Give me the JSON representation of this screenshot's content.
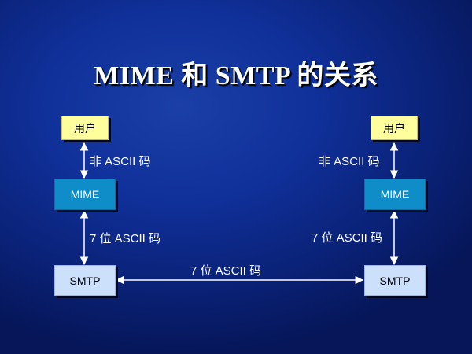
{
  "title": "MIME 和 SMTP 的关系",
  "boxes": {
    "user_left": "用户",
    "user_right": "用户",
    "mime_left": "MIME",
    "mime_right": "MIME",
    "smtp_left": "SMTP",
    "smtp_right": "SMTP"
  },
  "labels": {
    "non_ascii_left": "非 ASCII 码",
    "non_ascii_right": "非 ASCII 码",
    "ascii7_left": "7 位 ASCII 码",
    "ascii7_right": "7 位 ASCII 码",
    "ascii7_middle": "7 位 ASCII 码"
  },
  "colors": {
    "background": "#10309a",
    "user_box": "#fffe9c",
    "mime_box": "#0e8dc9",
    "smtp_box": "#cde0fb",
    "arrow": "#ffffff"
  }
}
